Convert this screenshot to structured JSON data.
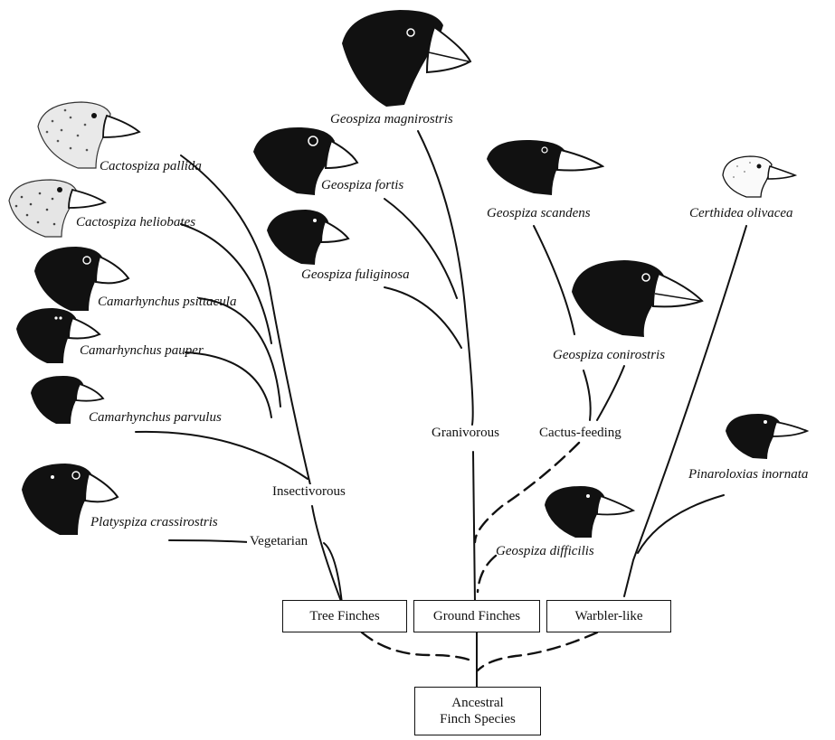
{
  "species": {
    "magnirostris": "Geospiza magnirostris",
    "fortis": "Geospiza fortis",
    "fuliginosa": "Geospiza fuliginosa",
    "scandens": "Geospiza scandens",
    "conirostris": "Geospiza conirostris",
    "difficilis": "Geospiza difficilis",
    "olivacea": "Certhidea olivacea",
    "inornata": "Pinaroloxias inornata",
    "pallida": "Cactospiza pallida",
    "heliobates": "Cactospiza heliobates",
    "psittacula": "Camarhynchus psittacula",
    "pauper": "Camarhynchus pauper",
    "parvulus": "Camarhynchus parvulus",
    "crassirostris": "Platyspiza crassirostris"
  },
  "groups": {
    "granivorous": "Granivorous",
    "cactus_feeding": "Cactus-feeding",
    "insectivorous": "Insectivorous",
    "vegetarian": "Vegetarian"
  },
  "boxes": {
    "tree": "Tree Finches",
    "ground": "Ground Finches",
    "warbler": "Warbler-like",
    "ancestral_line1": "Ancestral",
    "ancestral_line2": "Finch Species"
  },
  "colors": {
    "ink": "#111111",
    "speckle": "#cfcfcf",
    "beak": "#ffffff"
  }
}
